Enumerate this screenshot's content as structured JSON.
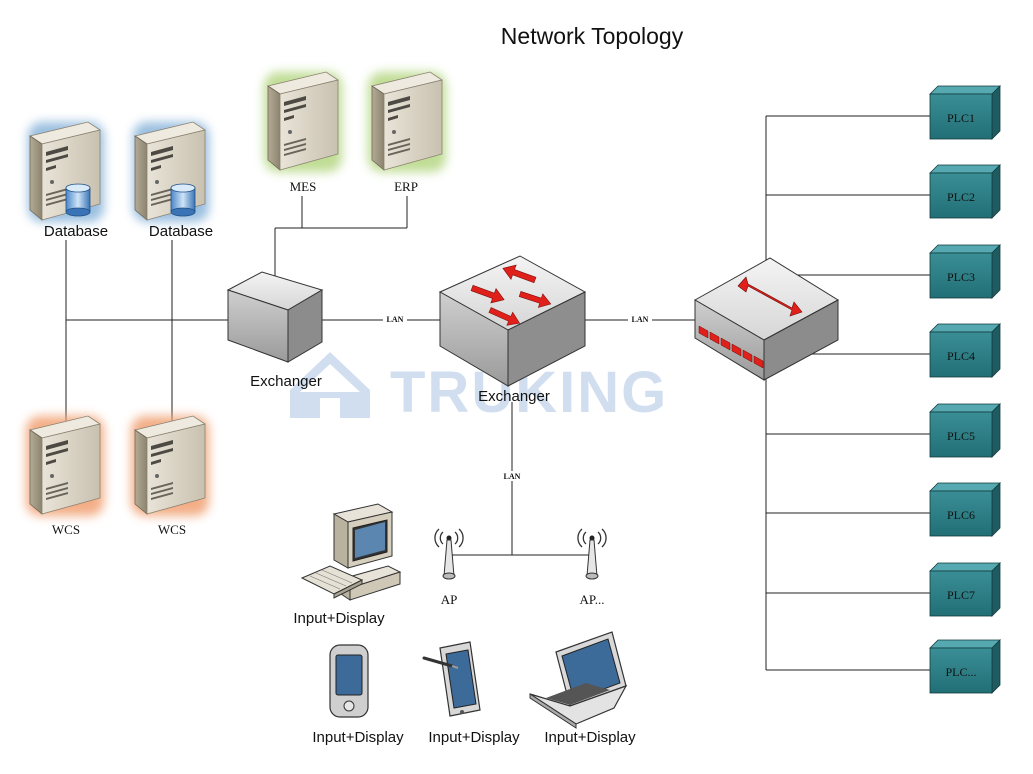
{
  "title": "Network Topology",
  "watermark": "TRUKING",
  "servers": {
    "db1": "Database",
    "db2": "Database",
    "mes": "MES",
    "erp": "ERP",
    "wcs1": "WCS",
    "wcs2": "WCS"
  },
  "switches": {
    "left": "Exchanger",
    "center": "Exchanger"
  },
  "lan_labels": [
    "LAN",
    "LAN",
    "LAN"
  ],
  "access_points": [
    "AP",
    "AP..."
  ],
  "devices": {
    "desktop": "Input+Display",
    "pda": "Input+Display",
    "tablet": "Input+Display",
    "laptop": "Input+Display"
  },
  "plcs": [
    "PLC1",
    "PLC2",
    "PLC3",
    "PLC4",
    "PLC5",
    "PLC6",
    "PLC7",
    "PLC..."
  ],
  "colors": {
    "plc_face": "#2f7f86",
    "arrow_red": "#e0201a",
    "db_glow": "#8fb8dc",
    "mes_glow": "#b9d98a",
    "wcs_glow": "#f2a67a"
  }
}
